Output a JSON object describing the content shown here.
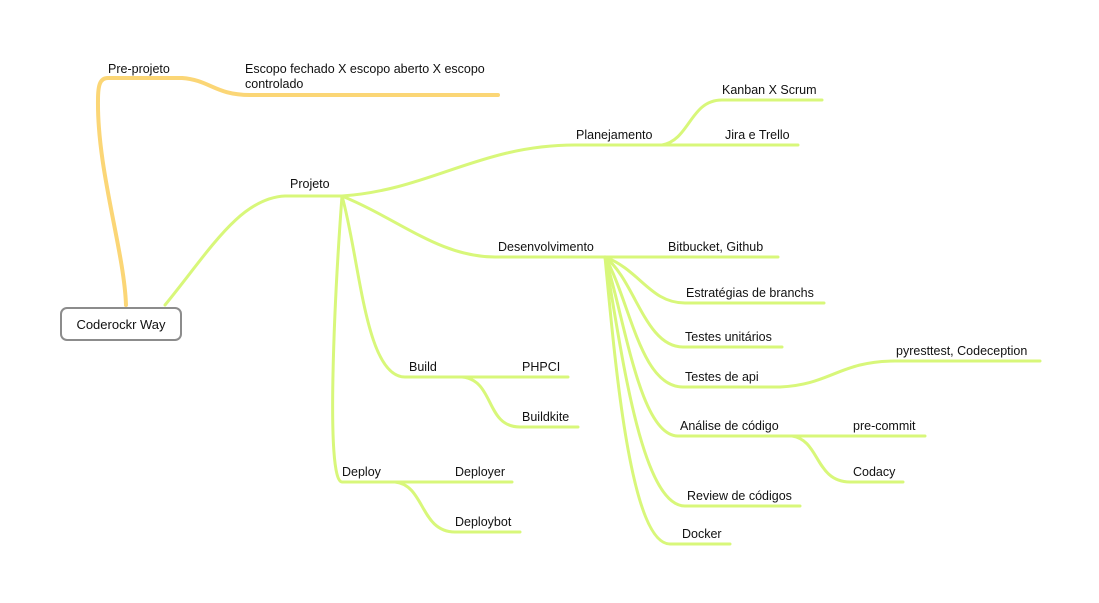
{
  "colors": {
    "yellow_branch": "#fbd676",
    "green_branch": "#d8f77a"
  },
  "root": {
    "label": "Coderockr Way"
  },
  "nodes": {
    "pre_projeto": "Pre-projeto",
    "escopo": "Escopo fechado X escopo aberto X escopo controlado",
    "projeto": "Projeto",
    "planejamento": "Planejamento",
    "kanban": "Kanban X Scrum",
    "jira": "Jira e Trello",
    "desenvolvimento": "Desenvolvimento",
    "bitbucket": "Bitbucket, Github",
    "estrategias": "Estratégias de branchs",
    "testes_unitarios": "Testes unitários",
    "testes_api": "Testes de api",
    "pyresttest": "pyresttest, Codeception",
    "analise": "Análise de código",
    "precommit": "pre-commit",
    "codacy": "Codacy",
    "review": "Review de códigos",
    "docker": "Docker",
    "build": "Build",
    "phpci": "PHPCI",
    "buildkite": "Buildkite",
    "deploy": "Deploy",
    "deployer": "Deployer",
    "deploybot": "Deploybot"
  }
}
